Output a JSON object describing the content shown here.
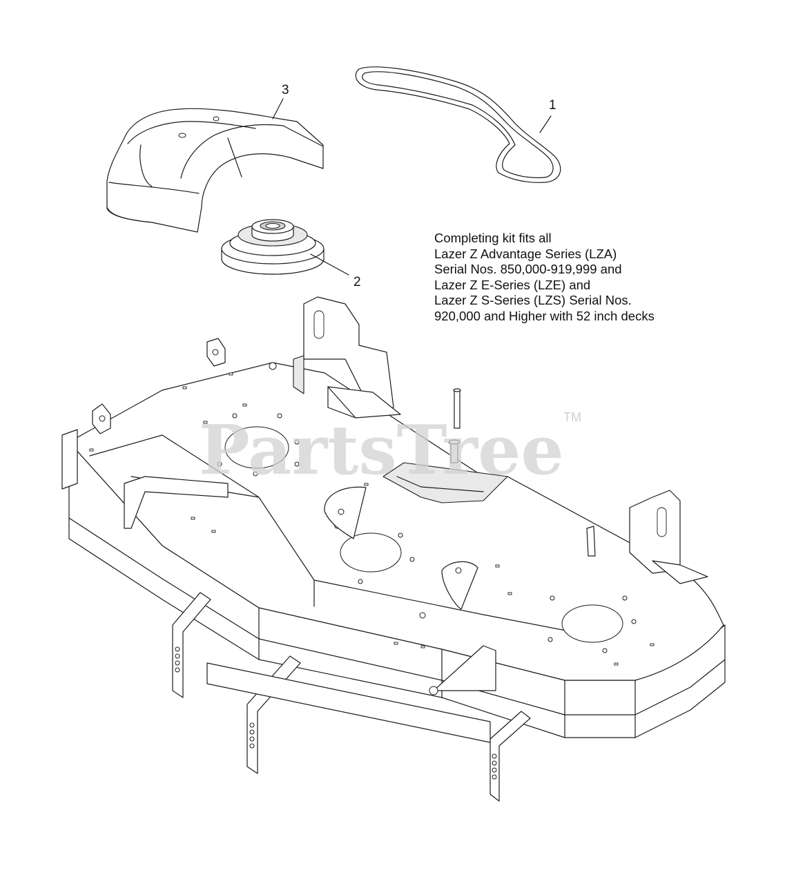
{
  "diagram": {
    "callouts": [
      {
        "id": "1",
        "label": "1"
      },
      {
        "id": "2",
        "label": "2"
      },
      {
        "id": "3",
        "label": "3"
      }
    ],
    "note_lines": [
      "Completing kit fits all",
      "Lazer Z Advantage Series (LZA)",
      "Serial Nos. 850,000-919,999 and",
      "Lazer Z E-Series (LZE) and",
      "Lazer Z S-Series (LZS) Serial Nos.",
      "920,000 and Higher with 52 inch decks"
    ],
    "watermark": {
      "text": "PartsTree",
      "tm": "TM"
    }
  }
}
